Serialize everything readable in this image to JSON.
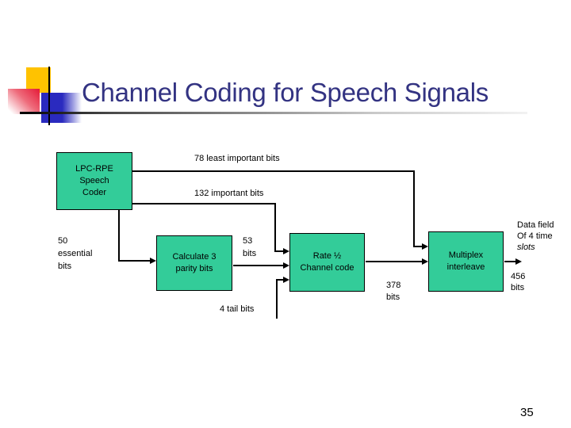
{
  "colors": {
    "box_fill": "#33CC99",
    "title_text": "#333382",
    "line": "#000000"
  },
  "header": {
    "title": "Channel Coding for Speech Signals"
  },
  "diagram": {
    "boxes": {
      "speech_coder": "LPC-RPE\nSpeech\nCoder",
      "parity": "Calculate 3\nparity bits",
      "channel_code": "Rate ½\nChannel code",
      "multiplex": "Multiplex\ninterleave"
    },
    "labels": {
      "least_important": "78 least important bits",
      "important": "132 important bits",
      "essential": "50\nessential\nbits",
      "parity_out": "53\nbits",
      "tail": "4 tail bits",
      "coded": "378\nbits",
      "data_field": "Data field\nOf 4 time",
      "data_field_em": "slots",
      "output": "456\nbits"
    }
  },
  "footer": {
    "page_number": "35"
  }
}
